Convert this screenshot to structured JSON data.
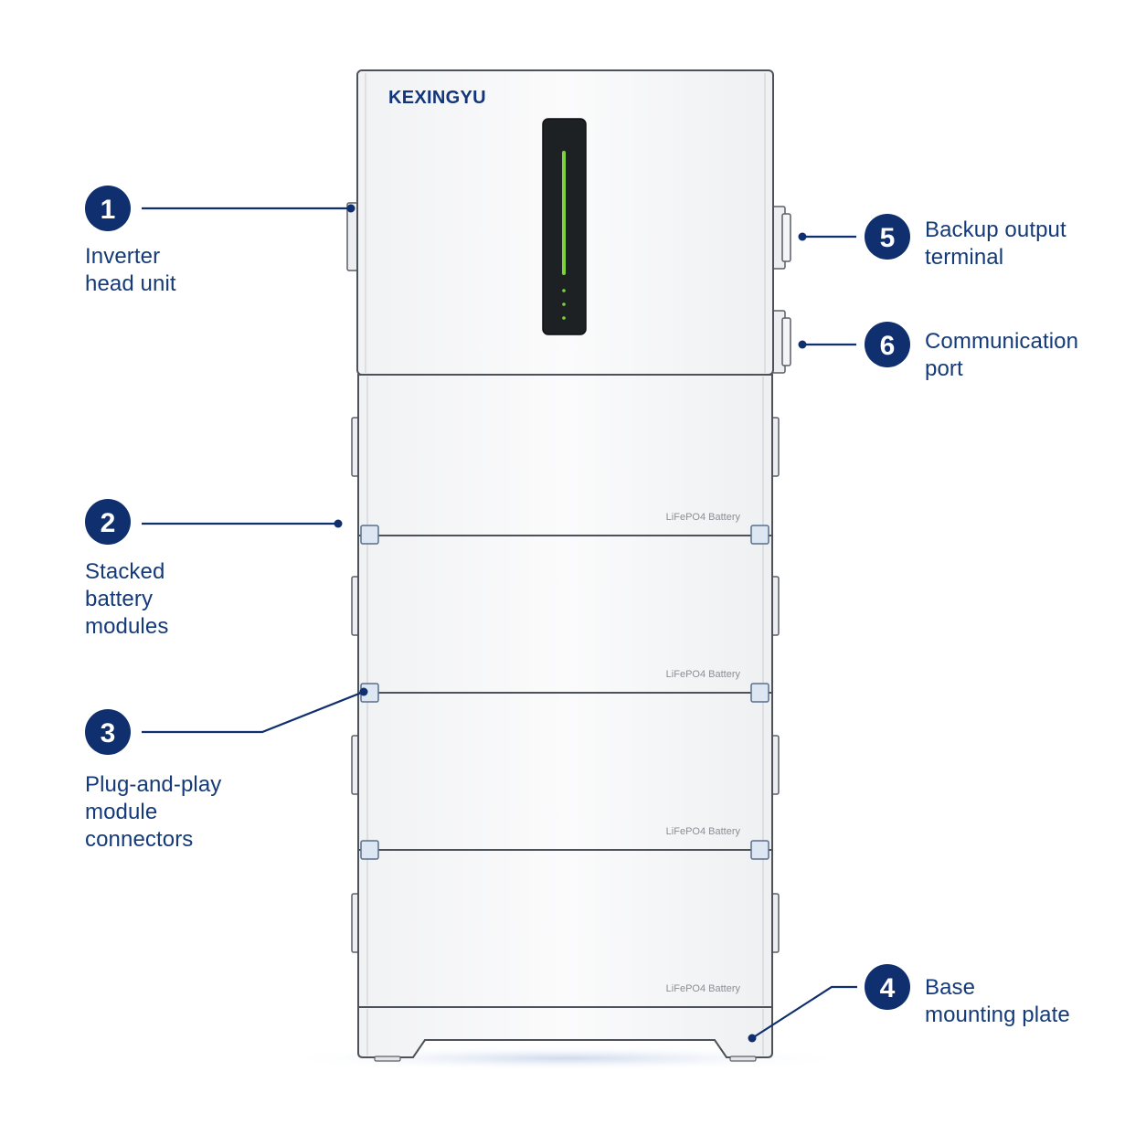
{
  "brand": "KEXINGYU",
  "module_label": "LiFePO4 Battery",
  "colors": {
    "accent": "#0f2f6e",
    "label": "#143a7a",
    "outline": "#4d525a",
    "led": "#7ed23a",
    "display": "#1e2124"
  },
  "callouts": [
    {
      "number": "1",
      "label": "Inverter\nhead unit"
    },
    {
      "number": "2",
      "label": "Stacked\nbattery\nmodules"
    },
    {
      "number": "3",
      "label": "Plug-and-play\nmodule\nconnectors"
    },
    {
      "number": "4",
      "label": "Base\nmounting plate"
    },
    {
      "number": "5",
      "label": "Backup output\nterminal"
    },
    {
      "number": "6",
      "label": "Communication\nport"
    }
  ]
}
